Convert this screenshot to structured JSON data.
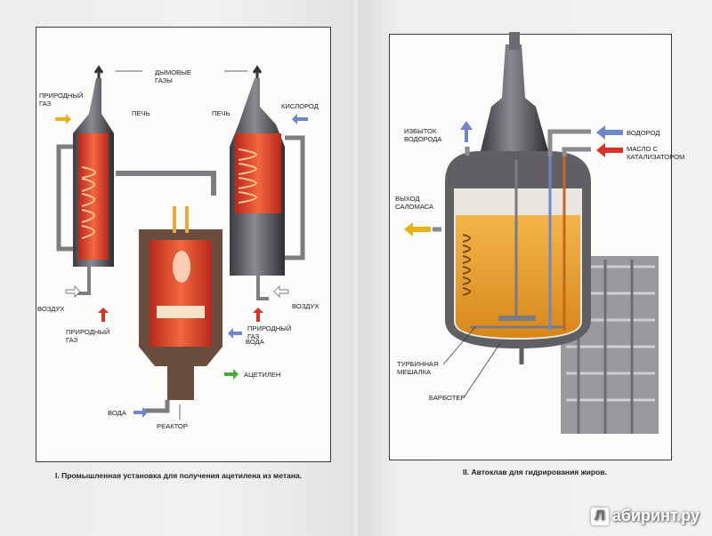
{
  "left_page": {
    "labels": {
      "smoke_gases": "ДЫМОВЫЕ ГАЗЫ",
      "natural_gas_top": "ПРИРОДНЫЙ ГАЗ",
      "oven_left": "ПЕЧЬ",
      "oven_right": "ПЕЧЬ",
      "oxygen": "КИСЛОРОД",
      "air_left": "ВОЗДУХ",
      "air_right": "ВОЗДУХ",
      "natural_gas_bottom_left": "ПРИРОДНЫЙ ГАЗ",
      "natural_gas_bottom_right": "ПРИРОДНЫЙ ГАЗ",
      "water_right": "ВОДА",
      "acetylene": "АЦЕТИЛЕН",
      "water_bottom": "ВОДА",
      "reactor": "РЕАКТОР"
    },
    "caption": "I. Промышленная установка для получения ацетилена из метана."
  },
  "right_page": {
    "labels": {
      "hydrogen_excess": "ИЗБЫТОК ВОДОРОДА",
      "hydrogen": "ВОДОРОД",
      "oil_with_catalyst": "МАСЛО С КАТАЛИЗАТОРОМ",
      "salomas_output": "ВЫХОД САЛОМАСА",
      "turbine_mixer": "ТУРБИННАЯ МЕШАЛКА",
      "bubbler": "БАРБОТЕР"
    },
    "caption": "II. Автоклав для гидрирования жиров."
  },
  "watermark": {
    "logo_letter": "Л",
    "text": "абиринт.ру"
  },
  "colors": {
    "hot": "#e0442a",
    "metal": "#5b5b60",
    "oil": "#e8a11e",
    "arrow_blue": "#6f86c8",
    "arrow_red": "#d8322a",
    "arrow_yellow": "#e6b21b",
    "arrow_green": "#4caa3c"
  }
}
